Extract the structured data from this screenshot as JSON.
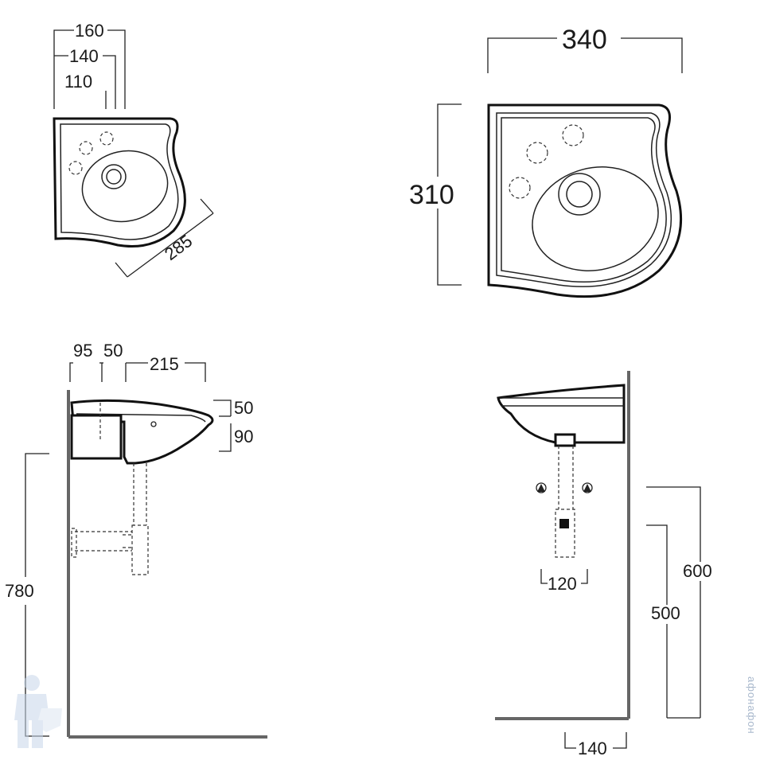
{
  "top_small": {
    "dims": {
      "d160": "160",
      "d140": "140",
      "d110": "110",
      "d285": "285"
    }
  },
  "top_large": {
    "dims": {
      "d340": "340",
      "d310": "310"
    }
  },
  "side_view": {
    "dims": {
      "d95": "95",
      "d50a": "50",
      "d215": "215",
      "d50b": "50",
      "d90": "90",
      "d780": "780"
    }
  },
  "front_view": {
    "dims": {
      "d120": "120",
      "d600": "600",
      "d500": "500",
      "d140": "140"
    }
  },
  "watermark": {
    "text": "афонафон"
  }
}
